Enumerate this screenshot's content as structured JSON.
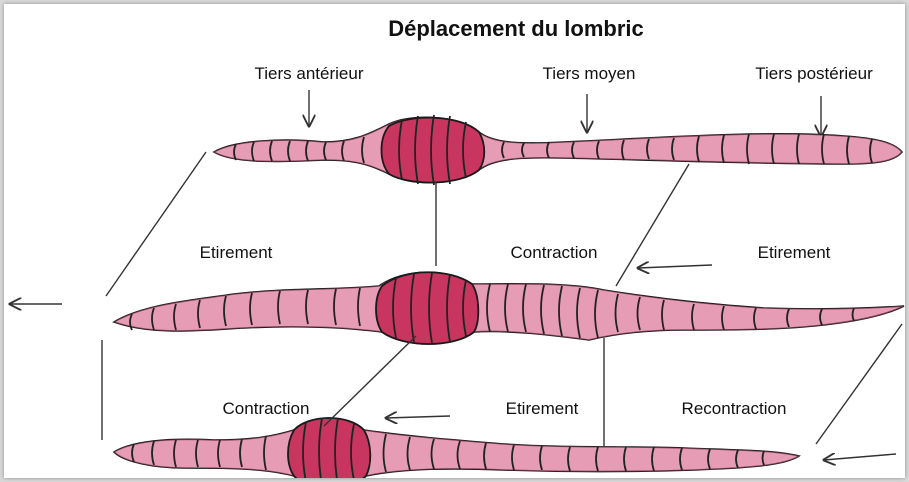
{
  "title": "Déplacement du lombric",
  "labels": {
    "anterior": "Tiers antérieur",
    "middle": "Tiers moyen",
    "posterior": "Tiers postérieur",
    "row2_left": "Etirement",
    "row2_mid": "Contraction",
    "row2_right": "Etirement",
    "row3_left": "Contraction",
    "row3_mid": "Etirement",
    "row3_right": "Recontraction"
  },
  "colors": {
    "worm_pink": "#d9678c",
    "clitellum": "#c8365f",
    "outline": "#1a1a1a"
  }
}
